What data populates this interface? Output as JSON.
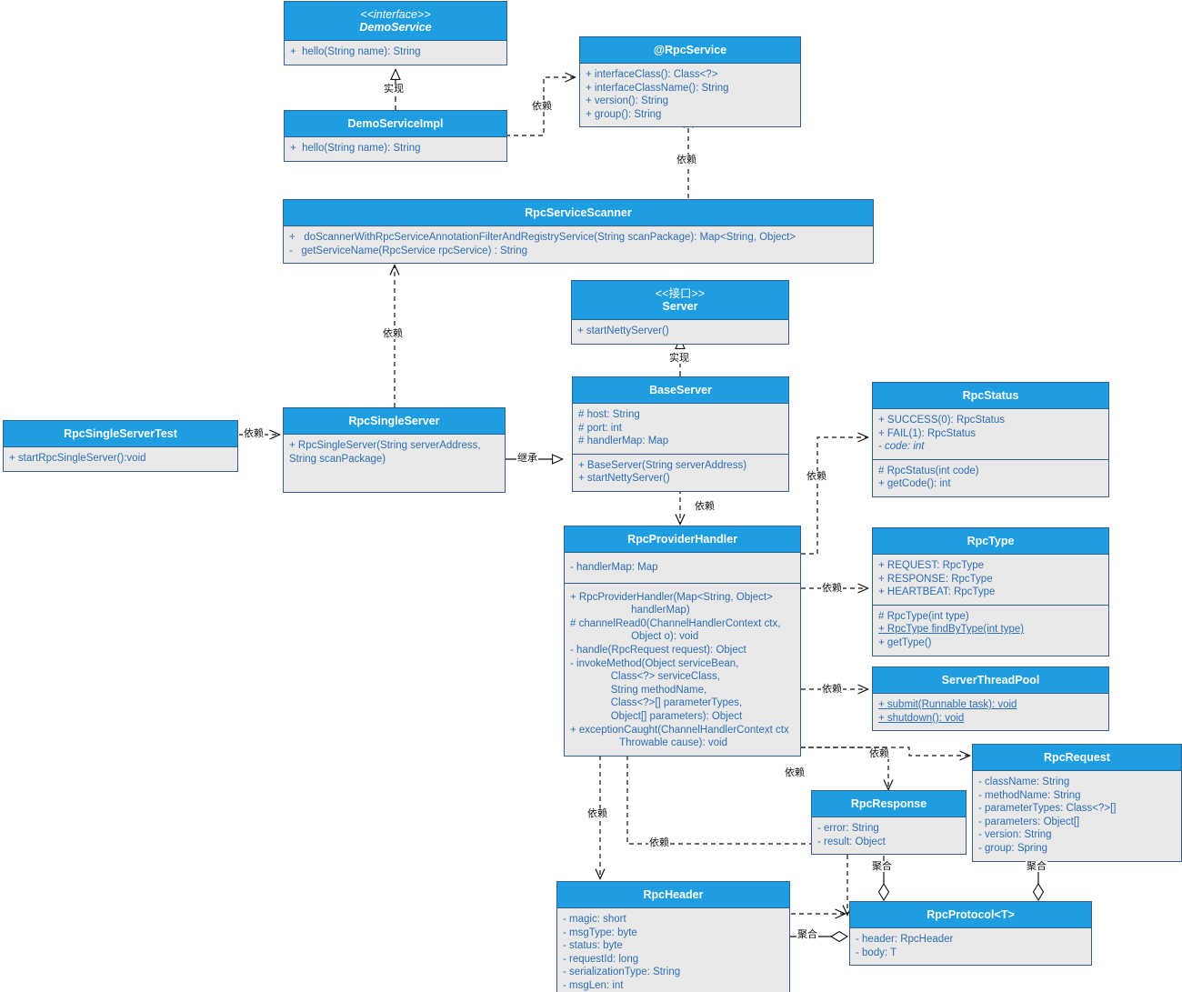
{
  "diagram": {
    "title": "RPC Framework UML Class Diagram",
    "colors": {
      "header_blue": "#1E9DE0",
      "body_gray": "#E9E9E9",
      "text_blue": "#2E6EB5",
      "border": "#365f91",
      "edge": "#111111"
    }
  },
  "classes": {
    "demo_service": {
      "stereotype": "<<interface>>",
      "name": "DemoService",
      "methods": [
        "+  hello(String name): String"
      ]
    },
    "rpc_service_annotation": {
      "name": "@RpcService",
      "methods": [
        "+ interfaceClass(): Class<?>",
        "+ interfaceClassName(): String",
        "+ version(): String",
        "+ group(): String"
      ]
    },
    "demo_service_impl": {
      "name": "DemoServiceImpl",
      "methods": [
        "+  hello(String name): String"
      ]
    },
    "rpc_service_scanner": {
      "name": "RpcServiceScanner",
      "methods": [
        "+   doScannerWithRpcServiceAnnotationFilterAndRegistryService(String scanPackage): Map<String, Object>",
        "-   getServiceName(RpcService rpcService) : String"
      ]
    },
    "server": {
      "stereotype": "<<接口>>",
      "name": "Server",
      "methods": [
        "+ startNettyServer()"
      ]
    },
    "rpc_single_server_test": {
      "name": "RpcSingleServerTest",
      "methods": [
        "+ startRpcSingleServer():void"
      ]
    },
    "rpc_single_server": {
      "name": "RpcSingleServer",
      "methods": [
        "+ RpcSingleServer(String serverAddress,\nString scanPackage)"
      ]
    },
    "base_server": {
      "name": "BaseServer",
      "fields": [
        "# host: String",
        "# port: int",
        "# handlerMap: Map"
      ],
      "methods": [
        "+ BaseServer(String serverAddress)",
        "+ startNettyServer()"
      ]
    },
    "rpc_status": {
      "name": "RpcStatus",
      "fields": [
        "+ SUCCESS(0): RpcStatus",
        "+ FAIL(1): RpcStatus",
        "- code: int"
      ],
      "fields_italic": [
        false,
        false,
        true
      ],
      "methods": [
        "# RpcStatus(int code)",
        "+ getCode(): int"
      ]
    },
    "rpc_provider_handler": {
      "name": "RpcProviderHandler",
      "fields": [
        "- handlerMap: Map"
      ],
      "methods": [
        "+ RpcProviderHandler(Map<String, Object>\n                     handlerMap)",
        "# channelRead0(ChannelHandlerContext ctx,\n                     Object o): void",
        "- handle(RpcRequest request): Object",
        "- invokeMethod(Object serviceBean,\n              Class<?> serviceClass,\n              String methodName,\n              Class<?>[] parameterTypes,\n              Object[] parameters): Object",
        "+ exceptionCaught(ChannelHandlerContext ctx\n                 Throwable cause): void"
      ]
    },
    "rpc_type": {
      "name": "RpcType",
      "fields": [
        "+ REQUEST: RpcType",
        "+ RESPONSE: RpcType",
        "+ HEARTBEAT: RpcType"
      ],
      "methods": [
        "# RpcType(int type)",
        "+ RpcType findByType(int type)",
        "+ getType()"
      ],
      "methods_underline": [
        false,
        true,
        false
      ]
    },
    "server_thread_pool": {
      "name": "ServerThreadPool",
      "methods": [
        "+ submit(Runnable task): void",
        "+ shutdown(): void"
      ],
      "methods_underline": [
        true,
        true
      ]
    },
    "rpc_request": {
      "name": "RpcRequest",
      "fields": [
        "- className: String",
        "- methodName: String",
        "- parameterTypes: Class<?>[]",
        "- parameters: Object[]",
        "- version: String",
        "- group: Spring"
      ]
    },
    "rpc_response": {
      "name": "RpcResponse",
      "fields": [
        "- error: String",
        "- result: Object"
      ]
    },
    "rpc_header": {
      "name": "RpcHeader",
      "fields": [
        "- magic: short",
        "- msgType: byte",
        "- status: byte",
        "- requestId: long",
        "- serializationType: String",
        "- msgLen: int"
      ]
    },
    "rpc_protocol": {
      "name": "RpcProtocol<T>",
      "fields": [
        "- header: RpcHeader",
        "- body: T"
      ]
    }
  },
  "relations": {
    "labels": {
      "realize": "实现",
      "depend": "依赖",
      "inherit": "继承",
      "aggregate": "聚合"
    },
    "edges": [
      {
        "id": "demoimpl-realizes-demoservice",
        "type": "realize",
        "from": "demo_service_impl",
        "to": "demo_service",
        "label": "实现"
      },
      {
        "id": "demoimpl-depends-rpcservice",
        "type": "depend",
        "from": "demo_service_impl",
        "to": "rpc_service_annotation",
        "label": "依赖"
      },
      {
        "id": "scanner-depends-rpcservice",
        "type": "depend",
        "from": "rpc_service_scanner",
        "to": "rpc_service_annotation",
        "label": "依赖"
      },
      {
        "id": "singleserver-depends-scanner",
        "type": "depend",
        "from": "rpc_single_server",
        "to": "rpc_service_scanner",
        "label": "依赖"
      },
      {
        "id": "test-depends-singleserver",
        "type": "depend",
        "from": "rpc_single_server_test",
        "to": "rpc_single_server",
        "label": "依赖"
      },
      {
        "id": "singleserver-inherits-baseserver",
        "type": "inherit",
        "from": "rpc_single_server",
        "to": "base_server",
        "label": "继承"
      },
      {
        "id": "baseserver-realizes-server",
        "type": "realize",
        "from": "base_server",
        "to": "server",
        "label": "实现"
      },
      {
        "id": "baseserver-depends-handler",
        "type": "depend",
        "from": "base_server",
        "to": "rpc_provider_handler",
        "label": "依赖"
      },
      {
        "id": "handler-depends-rpcstatus",
        "type": "depend",
        "from": "rpc_provider_handler",
        "to": "rpc_status",
        "label": "依赖"
      },
      {
        "id": "handler-depends-rpctype",
        "type": "depend",
        "from": "rpc_provider_handler",
        "to": "rpc_type",
        "label": "依赖"
      },
      {
        "id": "handler-depends-threadpool",
        "type": "depend",
        "from": "rpc_provider_handler",
        "to": "server_thread_pool",
        "label": "依赖"
      },
      {
        "id": "handler-depends-rpcrequest",
        "type": "depend",
        "from": "rpc_provider_handler",
        "to": "rpc_request",
        "label": "依赖"
      },
      {
        "id": "handler-depends-rpcresponse",
        "type": "depend",
        "from": "rpc_provider_handler",
        "to": "rpc_response",
        "label": "依赖"
      },
      {
        "id": "handler-depends-rpcheader",
        "type": "depend",
        "from": "rpc_provider_handler",
        "to": "rpc_header",
        "label": "依赖"
      },
      {
        "id": "handler-depends-rpcprotocol",
        "type": "depend",
        "from": "rpc_provider_handler",
        "to": "rpc_protocol",
        "label": "依赖"
      },
      {
        "id": "rpcresponse-aggregated-rpcprotocol",
        "type": "aggregate",
        "from": "rpc_response",
        "to": "rpc_protocol",
        "label": "聚合"
      },
      {
        "id": "rpcrequest-aggregated-rpcprotocol",
        "type": "aggregate",
        "from": "rpc_request",
        "to": "rpc_protocol",
        "label": "聚合"
      },
      {
        "id": "rpcheader-aggregated-rpcprotocol",
        "type": "aggregate",
        "from": "rpc_header",
        "to": "rpc_protocol",
        "label": "聚合"
      }
    ]
  }
}
